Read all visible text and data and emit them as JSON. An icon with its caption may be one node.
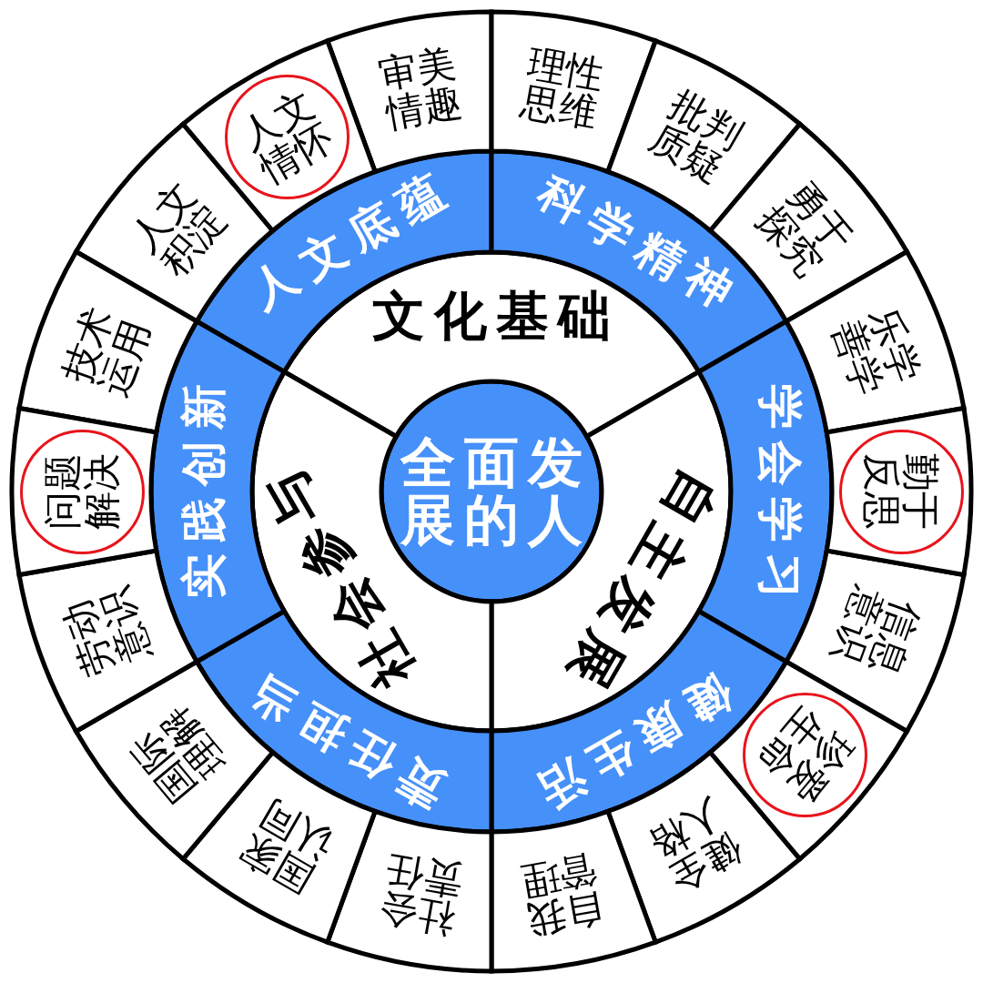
{
  "diagram": {
    "nodes": [
      {
        "text": [
          "全面发展的人"
        ]
      },
      {
        "text": [
          "文化基础"
        ]
      },
      {
        "text": [
          "自主发展"
        ]
      },
      {
        "text": [
          "社会参与"
        ]
      },
      {
        "text": [
          "人文底蕴"
        ]
      },
      {
        "text": [
          "科学精神"
        ]
      },
      {
        "text": [
          "学会学习"
        ]
      },
      {
        "text": [
          "健康生活"
        ]
      },
      {
        "text": [
          "责任担当"
        ]
      },
      {
        "text": [
          "实践创新"
        ]
      },
      {
        "text": [
          "人文积淀"
        ]
      },
      {
        "text": [],
        "shape": "sector"
      },
      {
        "text": [
          "人文情怀"
        ],
        "in": 11
      },
      {
        "text": [
          "审美情趣"
        ]
      },
      {
        "text": [
          "理性思维"
        ]
      },
      {
        "text": [
          "批判质疑"
        ]
      },
      {
        "text": [
          "勇于探究"
        ]
      },
      {
        "text": [
          "乐学善学"
        ]
      },
      {
        "text": [],
        "shape": "sector"
      },
      {
        "text": [
          "勤于反思"
        ],
        "in": 18
      },
      {
        "text": [
          "信息意识"
        ]
      },
      {
        "text": [],
        "shape": "sector"
      },
      {
        "text": [
          "珍爱生命"
        ],
        "in": 21
      },
      {
        "text": [
          "健全人格"
        ]
      },
      {
        "text": [
          "自我管理"
        ]
      },
      {
        "text": [
          "社会责任"
        ]
      },
      {
        "text": [
          "国家认同"
        ]
      },
      {
        "text": [
          "国际理解"
        ]
      },
      {
        "text": [
          "劳动意识"
        ]
      },
      {
        "text": [],
        "shape": "sector"
      },
      {
        "text": [
          "问题解决"
        ],
        "in": 29
      },
      {
        "text": [
          "技术运用"
        ]
      }
    ]
  }
}
